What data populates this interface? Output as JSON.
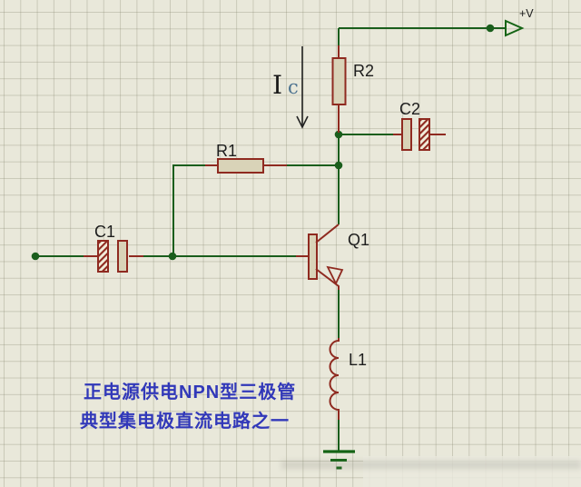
{
  "diagram": {
    "kind": "schematic",
    "caption": {
      "line1": "正电源供电NPN型三极管",
      "line2": "典型集电极直流电路之一",
      "color": "#3138b9"
    },
    "power_terminal": {
      "label": "+V",
      "style": "open-right-arrow"
    },
    "current_annotation": {
      "symbol": "I",
      "subscript": "c",
      "arrow_direction": "down"
    },
    "components": {
      "r1": {
        "ref": "R1",
        "type": "resistor",
        "orientation": "horizontal"
      },
      "r2": {
        "ref": "R2",
        "type": "resistor",
        "orientation": "vertical"
      },
      "c1": {
        "ref": "C1",
        "type": "capacitor",
        "hatched_plate": "left"
      },
      "c2": {
        "ref": "C2",
        "type": "capacitor",
        "hatched_plate": "right"
      },
      "q1": {
        "ref": "Q1",
        "type": "npn-transistor"
      },
      "l1": {
        "ref": "L1",
        "type": "inductor",
        "loops": 4
      }
    },
    "ground": {
      "style": "three-bar"
    },
    "colors": {
      "background": "#e9e8da",
      "grid": "#cfcec0",
      "wire_green": "#1a5e1c",
      "component_red": "#8f2a20",
      "component_fill": "#d9d3b8",
      "label_black": "#1c1c1c",
      "caption_blue": "#3138b9"
    }
  }
}
